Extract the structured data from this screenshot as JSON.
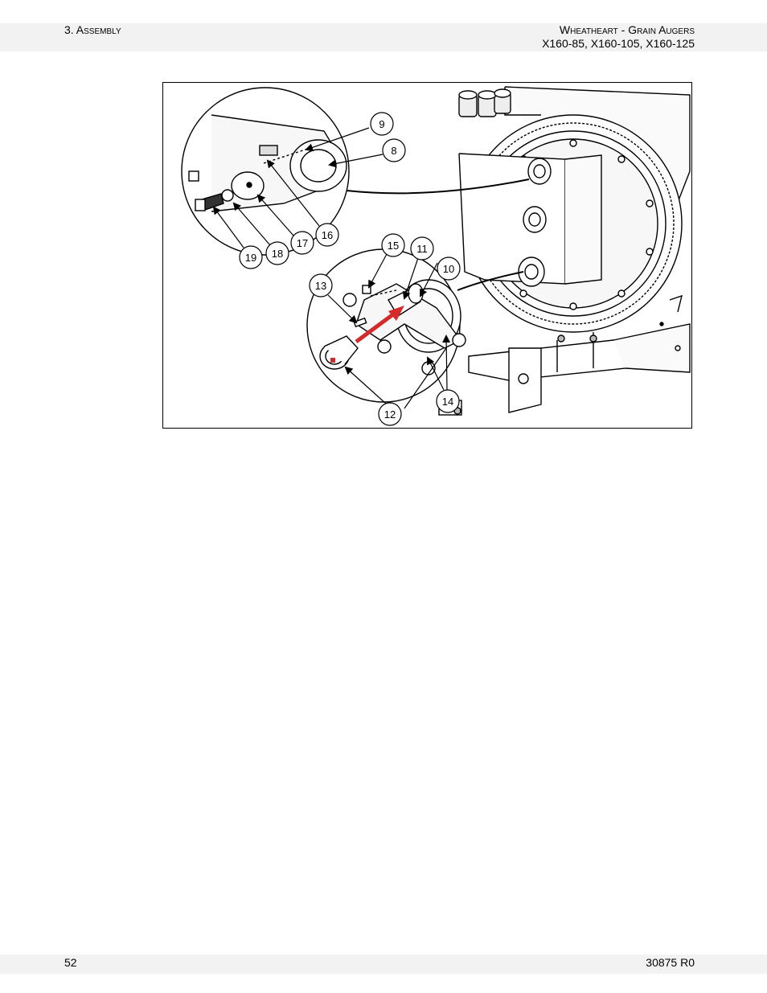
{
  "header": {
    "section": "3. Assembly",
    "title": "Wheatheart - Grain Augers",
    "models": "X160-85, X160-105, X160-125"
  },
  "figure": {
    "callouts": [
      "9",
      "8",
      "16",
      "17",
      "18",
      "19",
      "15",
      "11",
      "10",
      "13",
      "12",
      "14"
    ],
    "colors": {
      "line": "#000000",
      "arrow_red": "#d42a2a",
      "shade": "#cccccc"
    }
  },
  "footer": {
    "page_number": "52",
    "doc_number": "30875 R0"
  }
}
